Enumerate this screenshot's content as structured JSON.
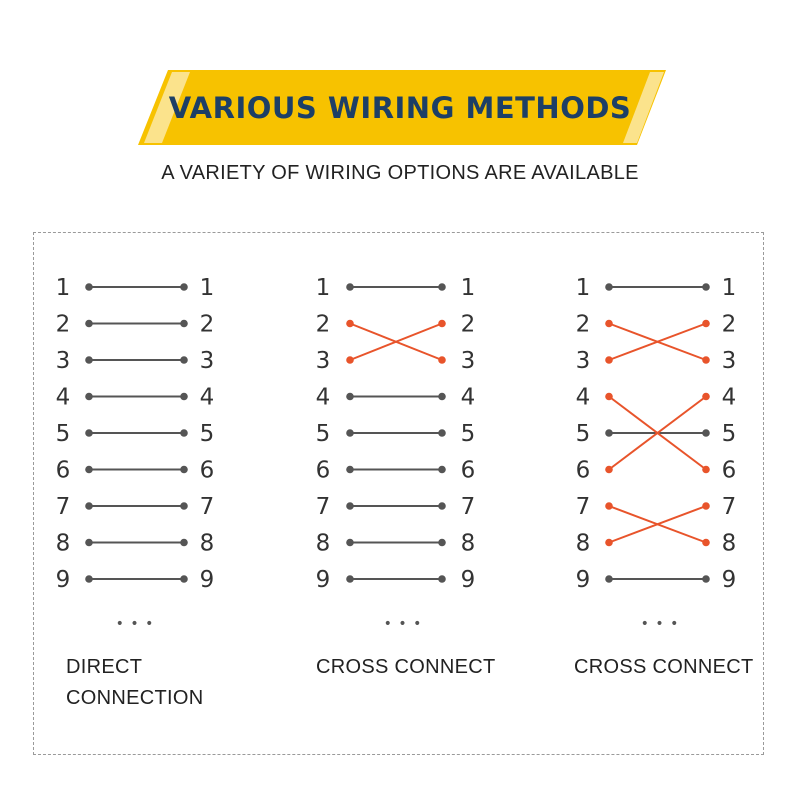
{
  "header": {
    "title": "VARIOUS WIRING METHODS",
    "subtitle": "A VARIETY OF WIRING OPTIONS ARE AVAILABLE",
    "banner_color": "#f7c200",
    "title_color": "#1d3f66"
  },
  "colors": {
    "straight_wire": "#555555",
    "crossed_wire": "#e8542b",
    "border": "#9a9a9a"
  },
  "diagrams": [
    {
      "pins": [
        "1",
        "2",
        "3",
        "4",
        "5",
        "6",
        "7",
        "8",
        "9"
      ],
      "crossed": [],
      "ellipsis": "• • •",
      "caption_line1": "DIRECT",
      "caption_line2": "CONNECTION"
    },
    {
      "pins": [
        "1",
        "2",
        "3",
        "4",
        "5",
        "6",
        "7",
        "8",
        "9"
      ],
      "crossed": [
        [
          2,
          3
        ],
        [
          3,
          2
        ]
      ],
      "ellipsis": "• • •",
      "caption_line1": "CROSS CONNECT",
      "caption_line2": ""
    },
    {
      "pins": [
        "1",
        "2",
        "3",
        "4",
        "5",
        "6",
        "7",
        "8",
        "9"
      ],
      "crossed": [
        [
          2,
          3
        ],
        [
          3,
          2
        ],
        [
          4,
          6
        ],
        [
          6,
          4
        ],
        [
          7,
          8
        ],
        [
          8,
          7
        ]
      ],
      "ellipsis": "• • •",
      "caption_line1": "CROSS CONNECT",
      "caption_line2": ""
    }
  ]
}
